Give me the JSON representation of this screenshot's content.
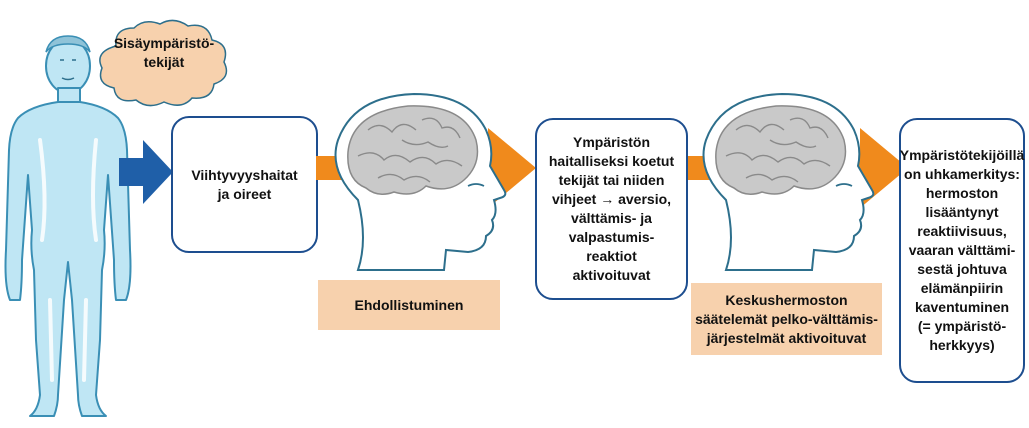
{
  "colors": {
    "body_fill": "#bfe6f4",
    "body_outline": "#3a8fb5",
    "cloud_fill": "#f7d1ad",
    "label_fill": "#f7d1ad",
    "box_border": "#1d4e8f",
    "arrow_blue": "#1f5fa8",
    "arrow_orange": "#f08a1c",
    "brain_fill": "#c9c9c9",
    "head_outline": "#2d6f8c"
  },
  "icons": [
    "human-figure-icon",
    "thought-cloud-icon",
    "brain-head-icon",
    "arrow-right-icon"
  ],
  "cloud": {
    "text": "Sisäympäristö-\ntekijät"
  },
  "box1": {
    "text": "Viihtyvyyshaitat\nja oireet"
  },
  "label1": {
    "text": "Ehdollistuminen"
  },
  "box2": {
    "text": "Ympäristön\nhaitalliseksi koetut\ntekijät tai niiden\nvihjeet → aversio,\nvälttämis- ja\nvalpastumis-\nreaktiot\naktivoituvat"
  },
  "label2": {
    "text": "Keskushermoston\nsäätelemät pelko-välttämis-\njärjestelmät aktivoituvat"
  },
  "box3": {
    "text": "Ympäristötekijöillä\non uhkamerkitys:\nhermoston\nlisääntynyt\nreaktiivisuus,\nvaaran välttämi-\nsestä johtuva\nelämänpiirin\nkaventuminen\n(= ympäristö-\nherkkyys)"
  }
}
